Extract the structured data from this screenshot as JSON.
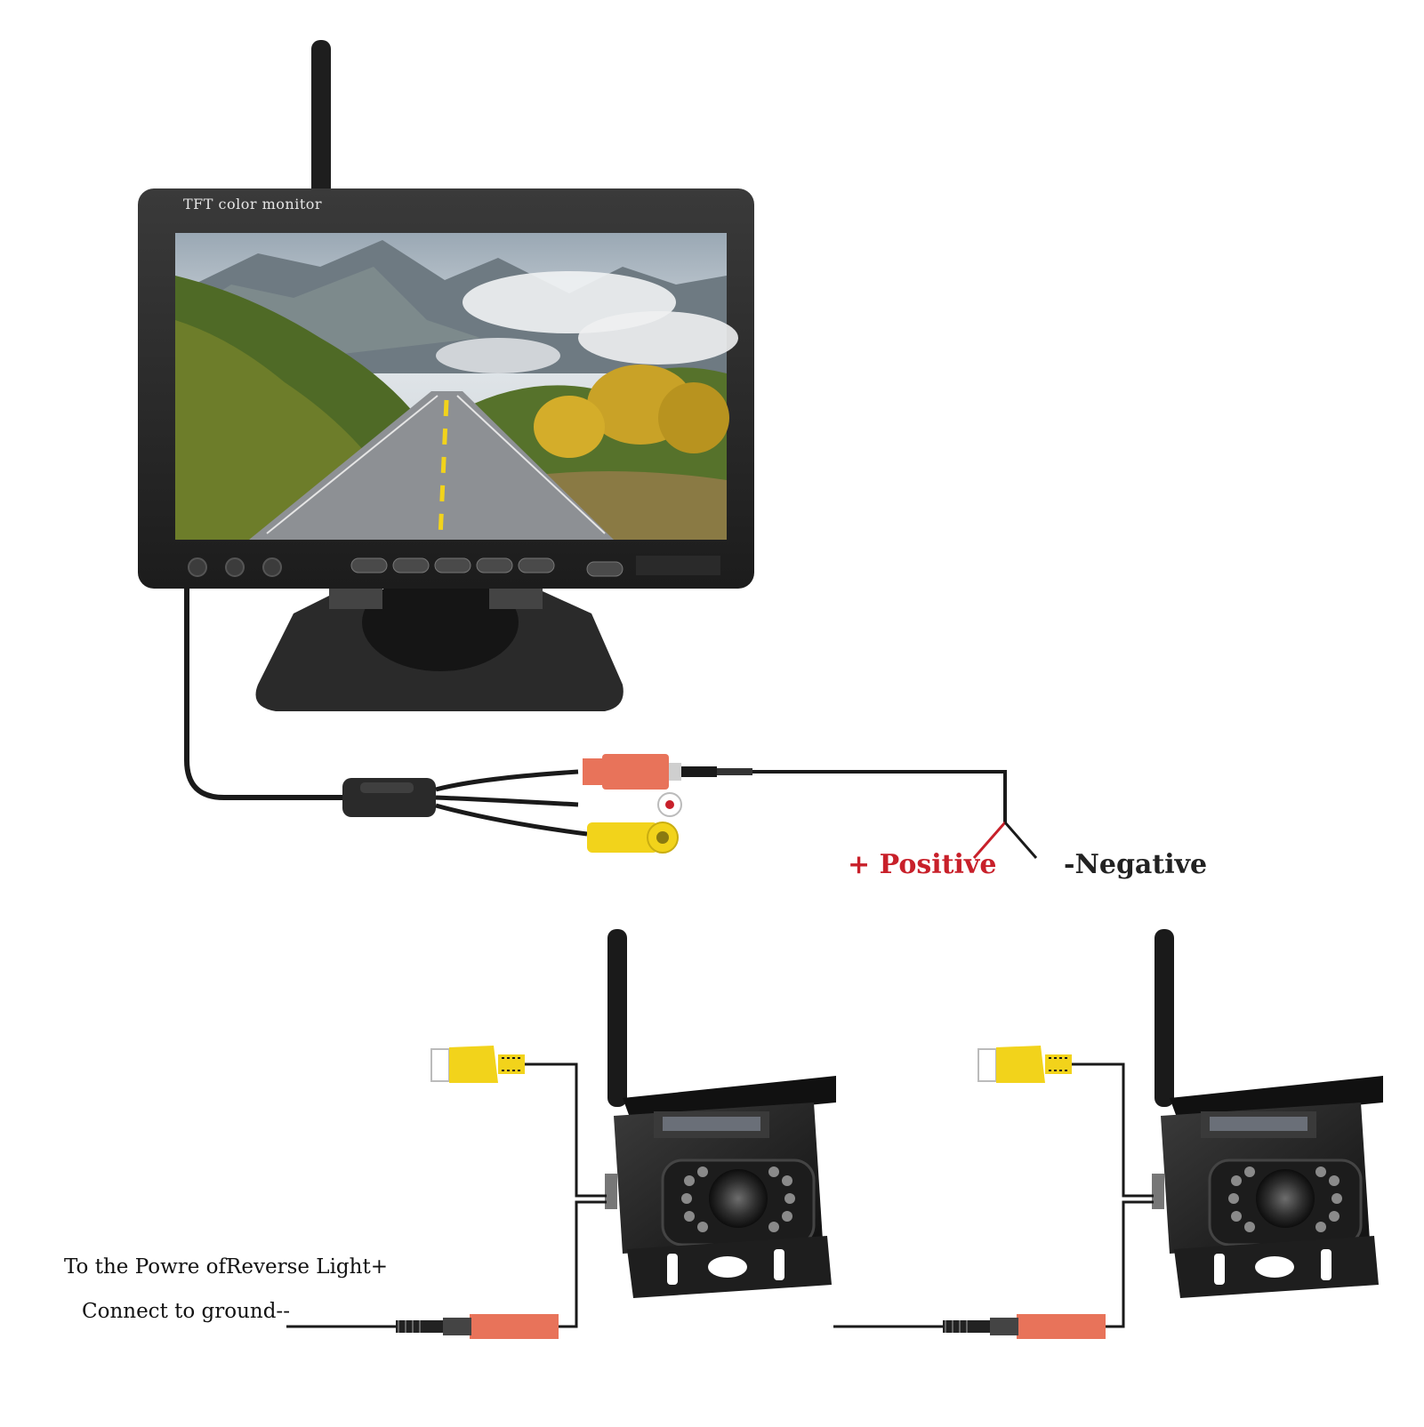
{
  "monitor": {
    "brand_label": "TFT color monitor",
    "icon": "tft-monitor-with-antenna"
  },
  "power_leads": {
    "positive_label": "+ Positive",
    "negative_label": "-Negative",
    "positive_color": "#c8202a",
    "negative_color": "#222222"
  },
  "camera_wiring": {
    "reverse_light_label": "To the Powre ofReverse Light+",
    "ground_label": "Connect to ground--"
  },
  "connector_colors": {
    "power_plug": "#e8735a",
    "video_plug": "#f2d31b",
    "cable": "#1a1a1a"
  },
  "cameras": [
    {
      "icon": "wireless-backup-camera"
    },
    {
      "icon": "wireless-backup-camera"
    }
  ]
}
